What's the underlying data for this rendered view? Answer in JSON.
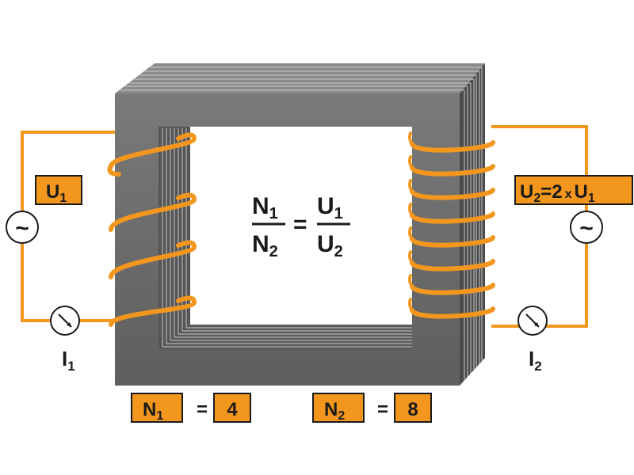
{
  "colors": {
    "wire": "#f2961e",
    "core_front": "#6f6f6f",
    "core_top": "#8a8a8a",
    "core_side": "#4a4a4a",
    "label_bg": "#f2961e",
    "text": "#1a1a1a"
  },
  "icons": {
    "ac_source": "tilde-icon",
    "ammeter": "meter-needle-icon"
  },
  "primary": {
    "voltage": {
      "main": "U",
      "sub": "1"
    },
    "current": {
      "main": "I",
      "sub": "1"
    },
    "turns": {
      "main": "N",
      "sub": "1",
      "value": "4"
    },
    "source_symbol": "~"
  },
  "secondary": {
    "voltage": {
      "main": "U",
      "sub": "2",
      "eq": "=2",
      "times": "x",
      "ref_main": "U",
      "ref_sub": "1"
    },
    "current": {
      "main": "I",
      "sub": "2"
    },
    "turns": {
      "main": "N",
      "sub": "2",
      "value": "8"
    },
    "source_symbol": "~"
  },
  "formula": {
    "num_left": {
      "main": "N",
      "sub": "1"
    },
    "den_left": {
      "main": "N",
      "sub": "2"
    },
    "equals": "=",
    "num_right": {
      "main": "U",
      "sub": "1"
    },
    "den_right": {
      "main": "U",
      "sub": "2"
    }
  },
  "equals_sign": "="
}
